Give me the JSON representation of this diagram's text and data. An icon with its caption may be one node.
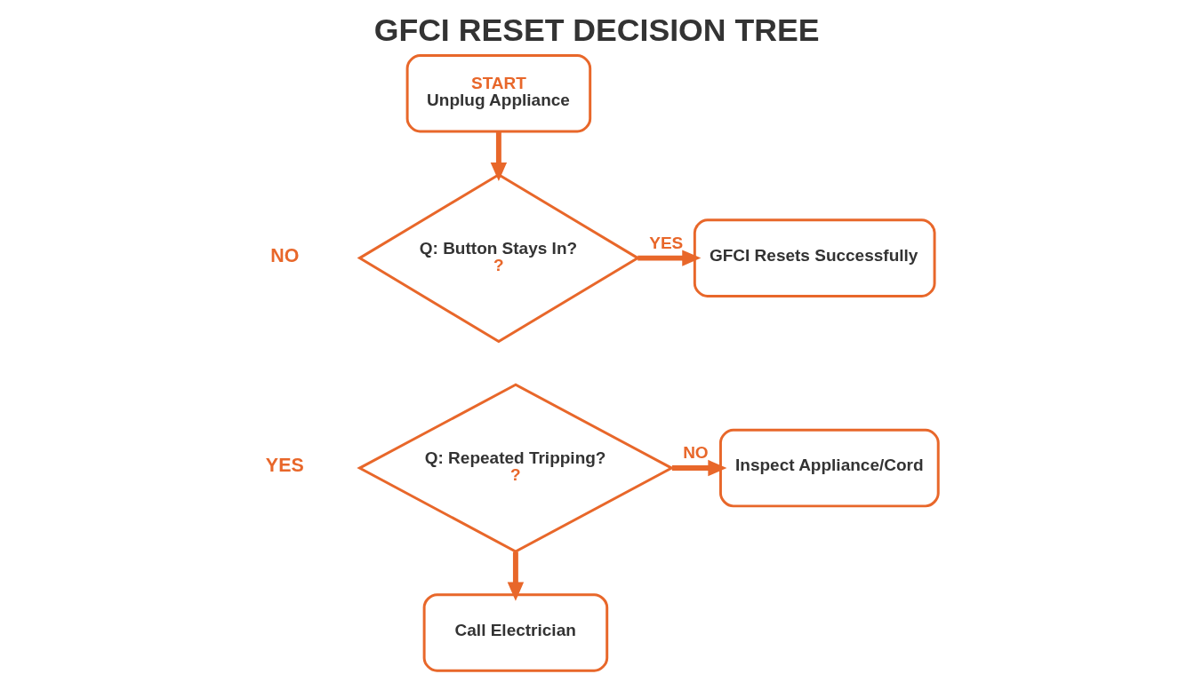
{
  "diagram": {
    "title": "GFCI RESET DECISION TREE",
    "nodes": [
      {
        "text": [
          "START",
          "Unplug Appliance"
        ]
      },
      {
        "text": [
          "Q: Button Stays In?",
          "?"
        ]
      },
      {
        "text": [
          "GFCI Resets Successfully"
        ]
      },
      {
        "text": [
          "Q: Repeated Tripping?",
          "?"
        ]
      },
      {
        "text": [
          "Inspect Appliance/Cord"
        ]
      },
      {
        "text": [
          "Call Electrician"
        ]
      }
    ],
    "edges": [
      {
        "from": 0,
        "to": 1,
        "arrow": "to"
      },
      {
        "from": 1,
        "to": 2,
        "arrow": "to",
        "label": "YES"
      },
      {
        "from": 3,
        "to": 4,
        "arrow": "to",
        "label": "NO"
      },
      {
        "from": 3,
        "to": 5,
        "arrow": "to"
      }
    ],
    "labels": [
      "NO",
      "YES"
    ]
  }
}
